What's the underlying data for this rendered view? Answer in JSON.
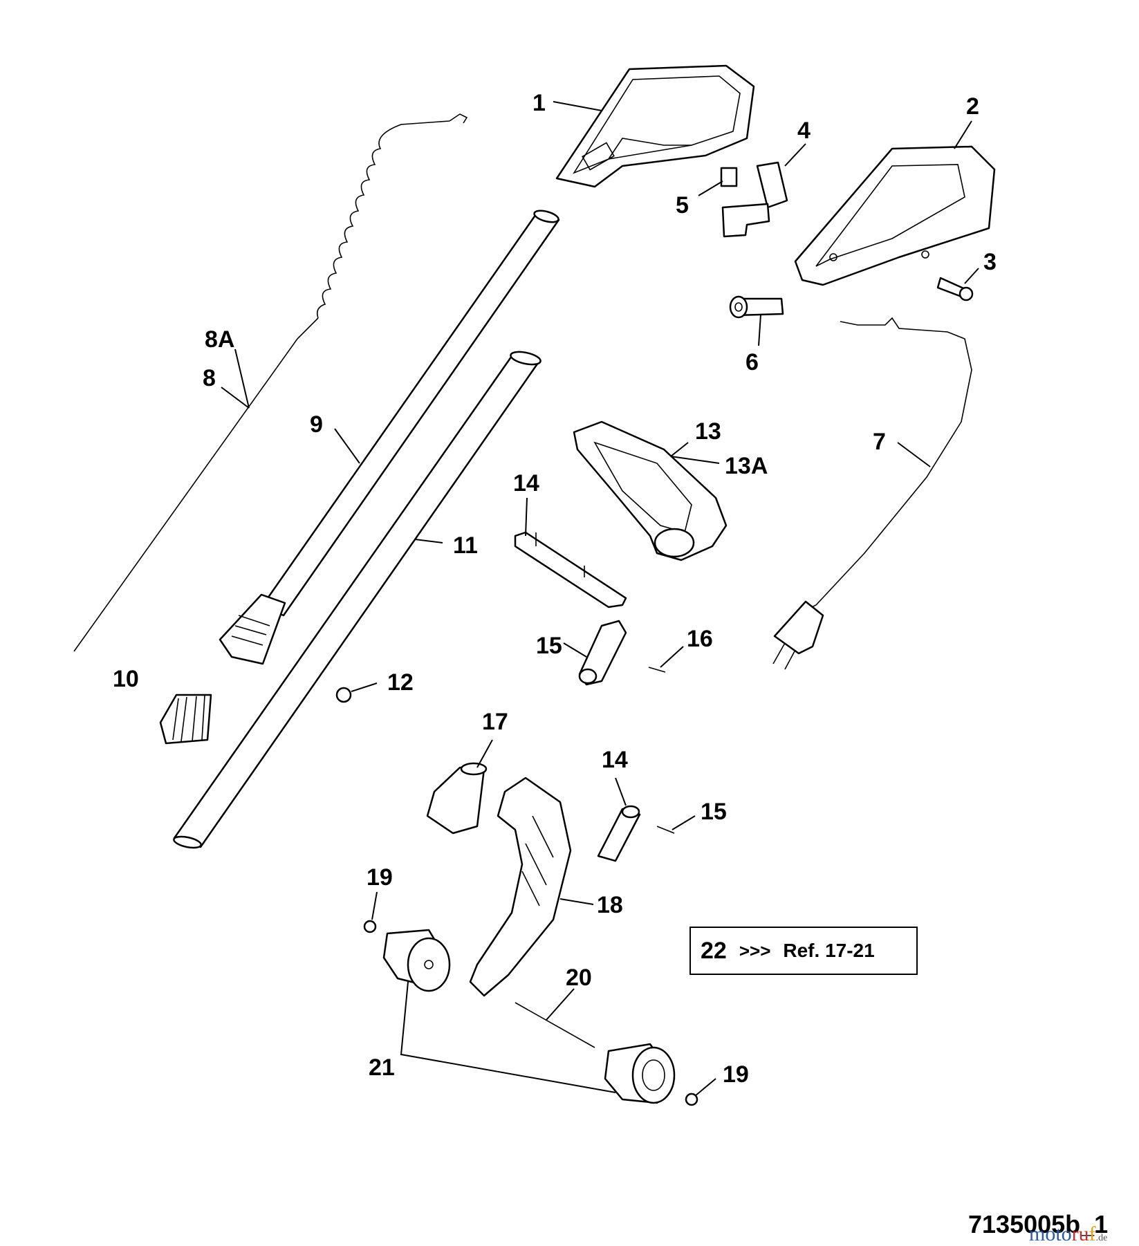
{
  "callouts": {
    "c1": "1",
    "c2": "2",
    "c3": "3",
    "c4": "4",
    "c5": "5",
    "c6": "6",
    "c7": "7",
    "c8a": "8A",
    "c8": "8",
    "c9": "9",
    "c10": "10",
    "c11": "11",
    "c12": "12",
    "c13": "13",
    "c13a": "13A",
    "c14a": "14",
    "c14b": "14",
    "c15a": "15",
    "c15b": "15",
    "c16": "16",
    "c17": "17",
    "c18": "18",
    "c19a": "19",
    "c19b": "19",
    "c20": "20",
    "c21": "21"
  },
  "reference_box": {
    "key": "22",
    "arrow": ">>>",
    "text": "Ref. 17-21"
  },
  "drawing_number": "7135005b_1",
  "watermark": {
    "part1": "moto",
    "part2": "ru",
    "part3": "f",
    "domain": ".de"
  }
}
